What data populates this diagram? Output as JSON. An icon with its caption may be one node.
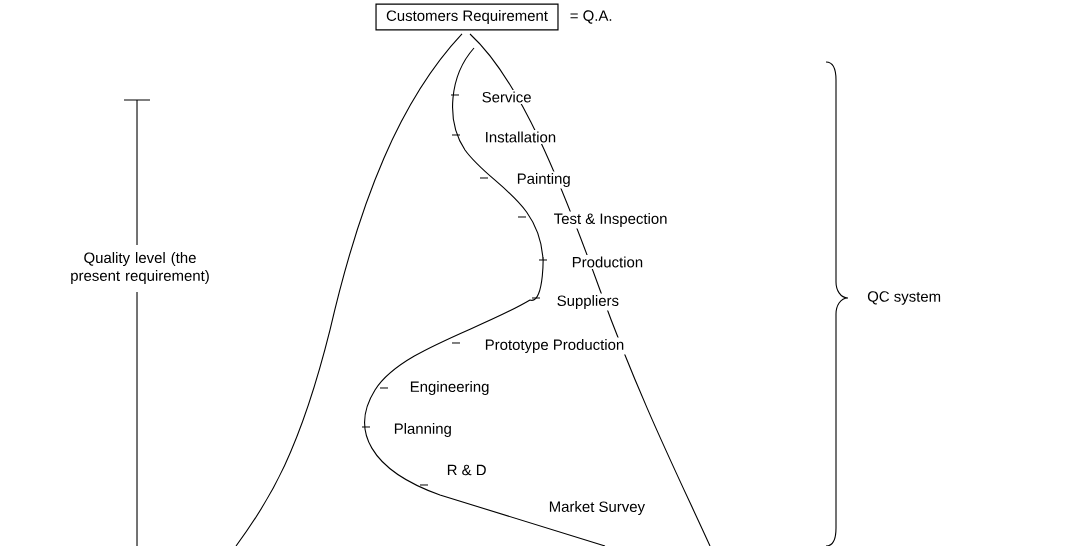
{
  "diagram": {
    "nodes": [
      {
        "text": [
          "Customers Requirement"
        ],
        "beside": [
          "= Q.A."
        ]
      }
    ],
    "labels": [
      "Service",
      "Installation",
      "Painting",
      "Test & Inspection",
      "Production",
      "Suppliers",
      "Prototype Production",
      "Engineering",
      "Planning",
      "R & D",
      "Market Survey",
      "Quality level (the present requirement)",
      "QC system"
    ]
  }
}
